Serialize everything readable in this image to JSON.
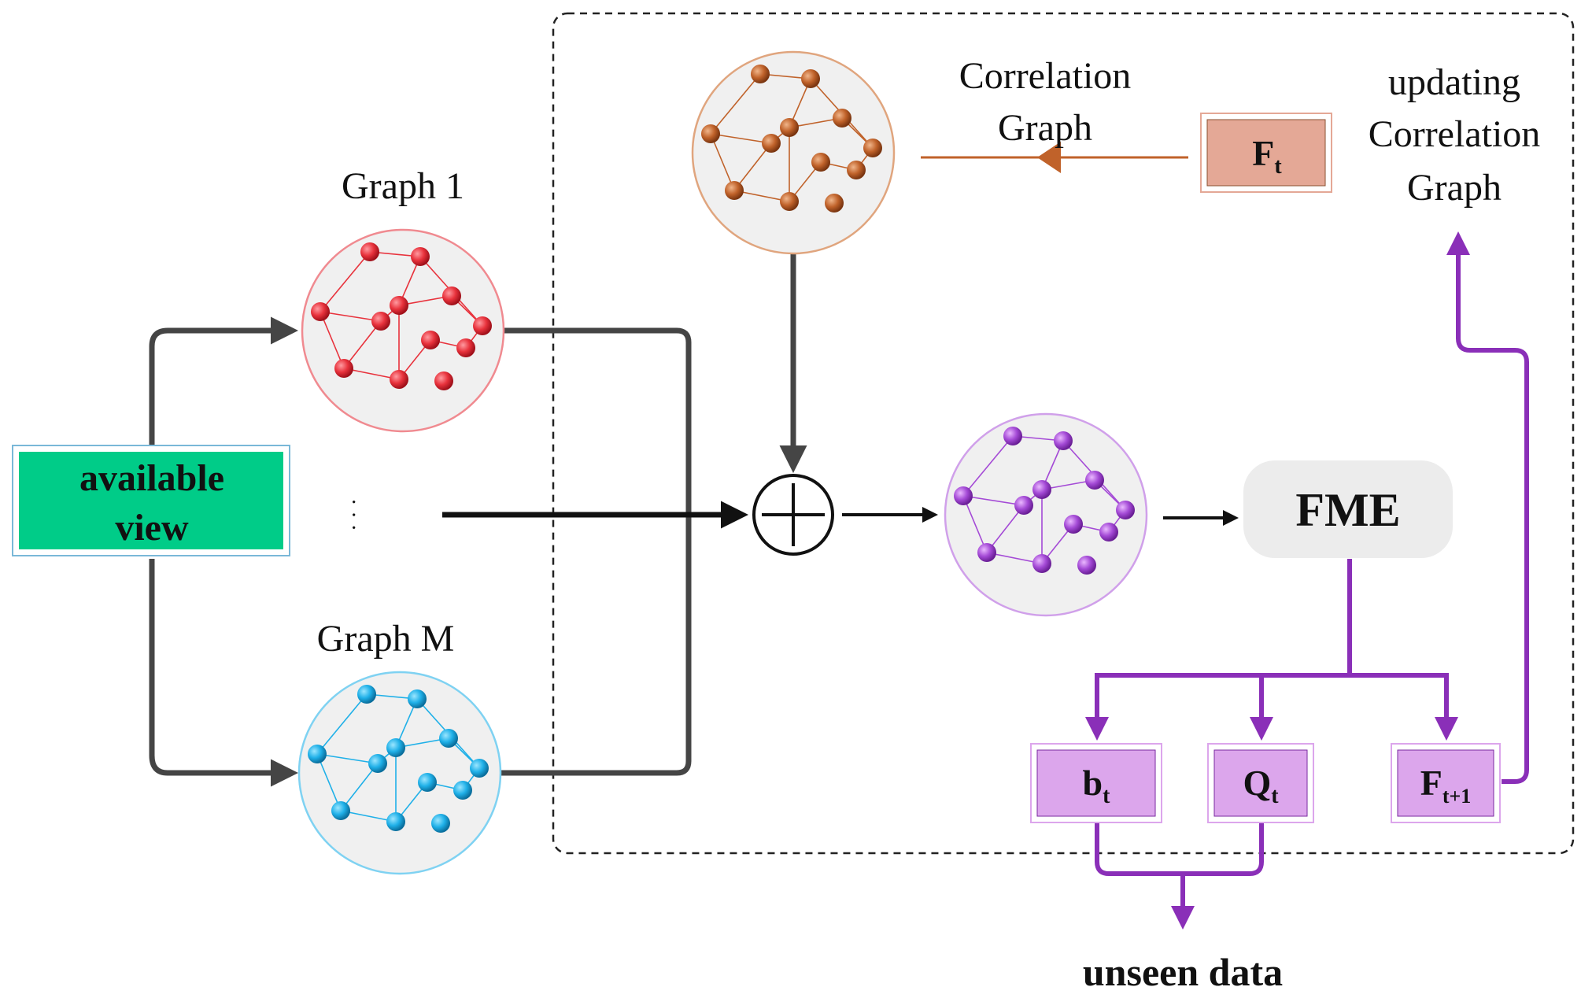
{
  "labels": {
    "graph_1": "Graph 1",
    "graph_m": "Graph M",
    "ellipsis": "· · ·",
    "available_view_line1": "available",
    "available_view_line2": "view",
    "correlation_graph_line1": "Correlation",
    "correlation_graph_line2": "Graph",
    "updating_line1": "updating",
    "updating_line2": "Correlation",
    "updating_line3": "Graph",
    "fme": "FME",
    "unseen_data": "unseen data"
  },
  "boxes": {
    "f_t": {
      "base": "F",
      "sub": "t"
    },
    "b_t": {
      "base": "b",
      "sub": "t"
    },
    "q_t": {
      "base": "Q",
      "sub": "t"
    },
    "f_t1": {
      "base": "F",
      "sub": "t+1"
    }
  },
  "colors": {
    "graph_1": "#e8323c",
    "graph_m": "#1fb0e8",
    "correlation": "#c0622a",
    "fused": "#a44ad6",
    "purple_arrow": "#8a2fb8",
    "available_view_fill": "#00cc88",
    "f_t_fill": "#e4a896",
    "purple_box_fill": "#dca6ec",
    "fme_fill": "#ececec",
    "dark_arrow": "#454545",
    "circle_bg": "#f0f0f0"
  }
}
